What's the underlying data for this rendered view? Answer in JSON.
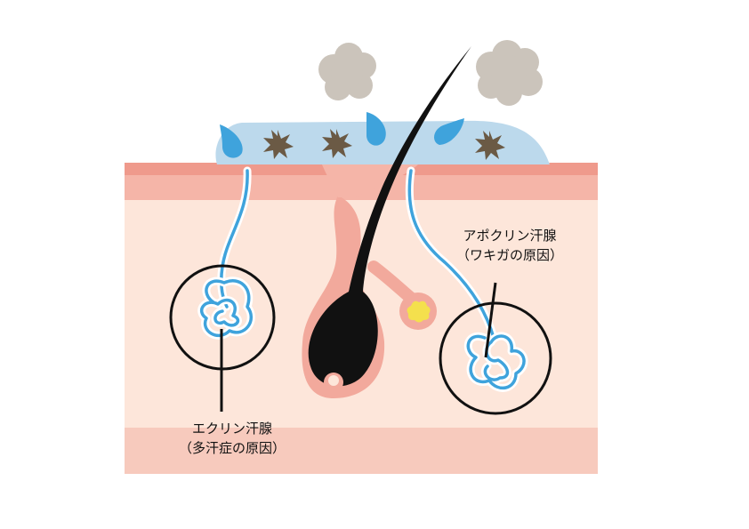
{
  "labels": {
    "eccrine": {
      "name": "エクリン汗腺",
      "note": "（多汗症の原因）"
    },
    "apocrine": {
      "name": "アポクリン汗腺",
      "note": "（ワキガの原因）"
    }
  },
  "colors": {
    "skin_surface": "#ef9a8c",
    "dermis": "#fde6da",
    "epidermis_band": "#f5b5a8",
    "subcutis": "#f7cabd",
    "sweat_film": "#bcd9ec",
    "sweat_duct": "#3fa3dc",
    "hair": "#111111",
    "bacteria": "#6b5a45",
    "odor_cloud": "#cbc4bb",
    "sebaceous": "#f4e04d"
  },
  "icons": [
    "bacteria-icon",
    "odor-cloud-icon",
    "sweat-drop-icon",
    "hair-icon",
    "sebaceous-gland-icon"
  ]
}
